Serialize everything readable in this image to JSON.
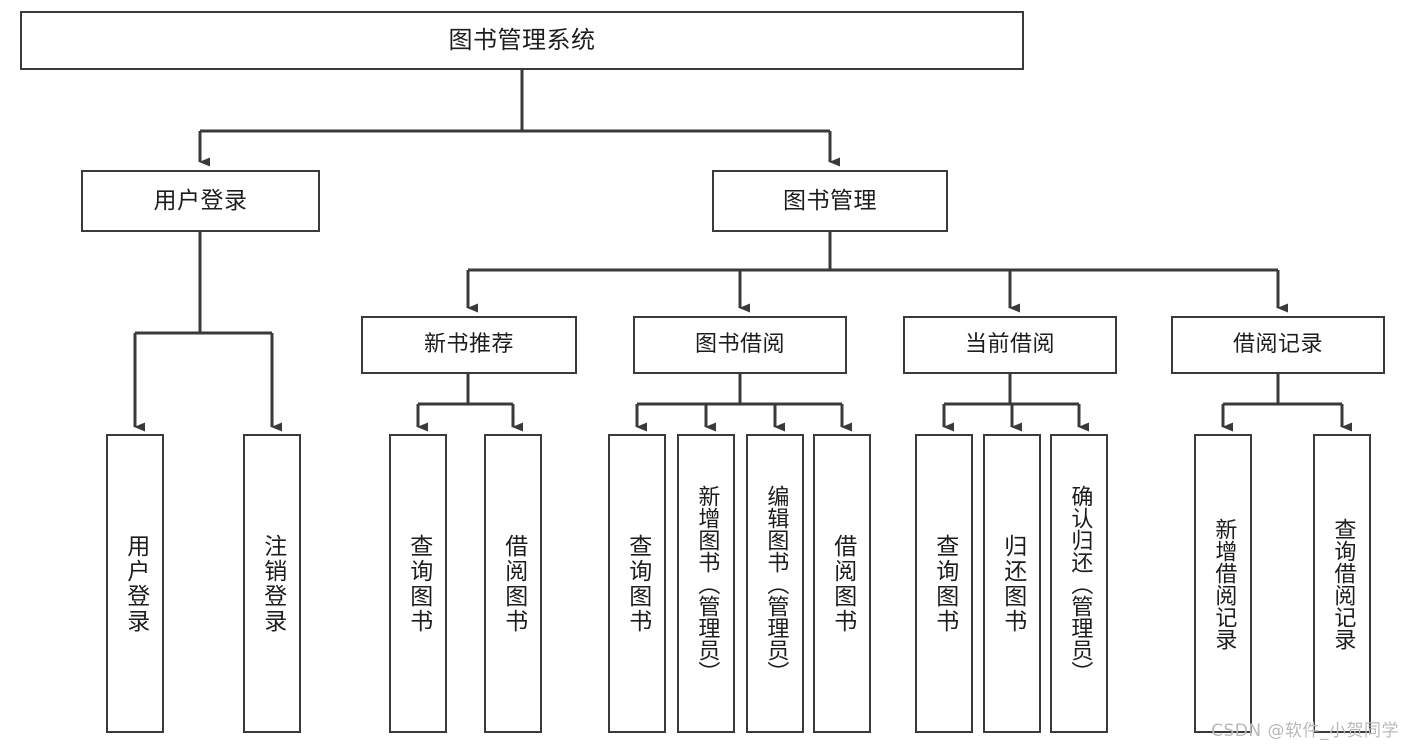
{
  "diagram": {
    "title": "图书管理系统",
    "type": "tree",
    "watermark": "CSDN @软件_小贺同学",
    "colors": {
      "box_border": "#3a3a3a",
      "box_fill": "#ffffff",
      "connector": "#3a3a3a",
      "text": "#1d1d1d",
      "watermark": "#b9b9b9",
      "background": "#ffffff"
    },
    "nodes": {
      "root": {
        "label": "图书管理系统"
      },
      "level2": [
        {
          "id": "user-login",
          "label": "用户登录"
        },
        {
          "id": "book-management",
          "label": "图书管理"
        }
      ],
      "level3": [
        {
          "id": "new-book-recommend",
          "label": "新书推荐"
        },
        {
          "id": "book-borrow",
          "label": "图书借阅"
        },
        {
          "id": "current-borrow",
          "label": "当前借阅"
        },
        {
          "id": "borrow-record",
          "label": "借阅记录"
        }
      ],
      "leaves": {
        "user-login": [
          {
            "id": "leaf-user-login",
            "label": "用户登录"
          },
          {
            "id": "leaf-logout-login",
            "label": "注销登录"
          }
        ],
        "new-book-recommend": [
          {
            "id": "leaf-query-book-1",
            "label": "查询图书"
          },
          {
            "id": "leaf-borrow-book-1",
            "label": "借阅图书"
          }
        ],
        "book-borrow": [
          {
            "id": "leaf-query-book-2",
            "label": "查询图书"
          },
          {
            "id": "leaf-add-book",
            "label": "新增图书（管理员）"
          },
          {
            "id": "leaf-edit-book",
            "label": "编辑图书（管理员）"
          },
          {
            "id": "leaf-borrow-book-2",
            "label": "借阅图书"
          }
        ],
        "current-borrow": [
          {
            "id": "leaf-query-book-3",
            "label": "查询图书"
          },
          {
            "id": "leaf-return-book",
            "label": "归还图书"
          },
          {
            "id": "leaf-confirm-return",
            "label": "确认归还（管理员）"
          }
        ],
        "borrow-record": [
          {
            "id": "leaf-add-record",
            "label": "新增借阅记录"
          },
          {
            "id": "leaf-query-record",
            "label": "查询借阅记录"
          }
        ]
      }
    }
  }
}
